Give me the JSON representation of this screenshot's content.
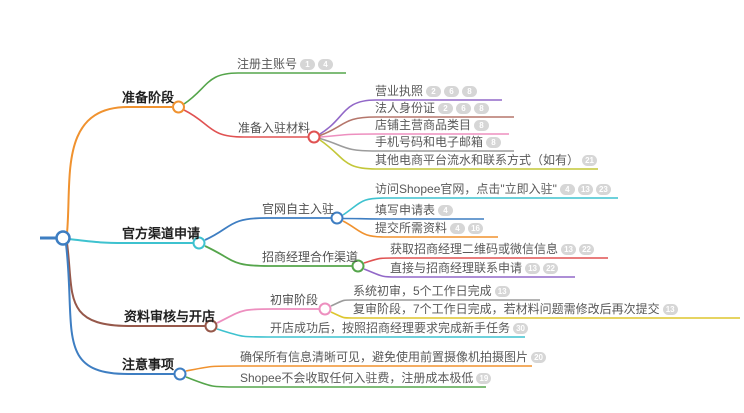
{
  "palette": {
    "orange": "#f0922f",
    "green": "#55a54b",
    "red": "#e05252",
    "purple": "#9268c8",
    "brown": "#96584a",
    "pink": "#ed8fbf",
    "gray": "#9c9c9c",
    "yellow_green": "#c3c739",
    "yellow": "#ddc62e",
    "cyan": "#3ec2cf",
    "blue": "#3e7ec2",
    "badge_bg": "#d6d6d6"
  },
  "topics": [
    {
      "label": "准备阶段",
      "children": [
        {
          "label": "注册主账号",
          "badges": [
            "1",
            "4"
          ]
        },
        {
          "label": "准备入驻材料",
          "children": [
            {
              "label": "营业执照",
              "badges": [
                "2",
                "6",
                "8"
              ]
            },
            {
              "label": "法人身份证",
              "badges": [
                "2",
                "6",
                "8"
              ]
            },
            {
              "label": "店铺主营商品类目",
              "badges": [
                "8"
              ]
            },
            {
              "label": "手机号码和电子邮箱",
              "badges": [
                "8"
              ]
            },
            {
              "label": "其他电商平台流水和联系方式（如有）",
              "badges": [
                "21"
              ]
            }
          ]
        }
      ]
    },
    {
      "label": "官方渠道申请",
      "children": [
        {
          "label": "官网自主入驻",
          "children": [
            {
              "label": "访问Shopee官网，点击\"立即入驻\"",
              "badges": [
                "4",
                "13",
                "23"
              ]
            },
            {
              "label": "填写申请表",
              "badges": [
                "4"
              ]
            },
            {
              "label": "提交所需资料",
              "badges": [
                "4",
                "16"
              ]
            }
          ]
        },
        {
          "label": "招商经理合作渠道",
          "children": [
            {
              "label": "获取招商经理二维码或微信信息",
              "badges": [
                "13",
                "22"
              ]
            },
            {
              "label": "直接与招商经理联系申请",
              "badges": [
                "13",
                "22"
              ]
            }
          ]
        }
      ]
    },
    {
      "label": "资料审核与开店",
      "children": [
        {
          "label": "初审阶段",
          "children": [
            {
              "label": "系统初审，5个工作日完成",
              "badges": [
                "13"
              ]
            },
            {
              "label": "复审阶段，7个工作日完成，若材料问题需修改后再次提交",
              "badges": [
                "13"
              ]
            }
          ]
        },
        {
          "label": "开店成功后，按照招商经理要求完成新手任务",
          "badges": [
            "30"
          ]
        }
      ]
    },
    {
      "label": "注意事项",
      "children": [
        {
          "label": "确保所有信息清晰可见，避免使用前置摄像机拍摄图片",
          "badges": [
            "20"
          ]
        },
        {
          "label": "Shopee不会收取任何入驻费，注册成本极低",
          "badges": [
            "19"
          ]
        }
      ]
    }
  ]
}
